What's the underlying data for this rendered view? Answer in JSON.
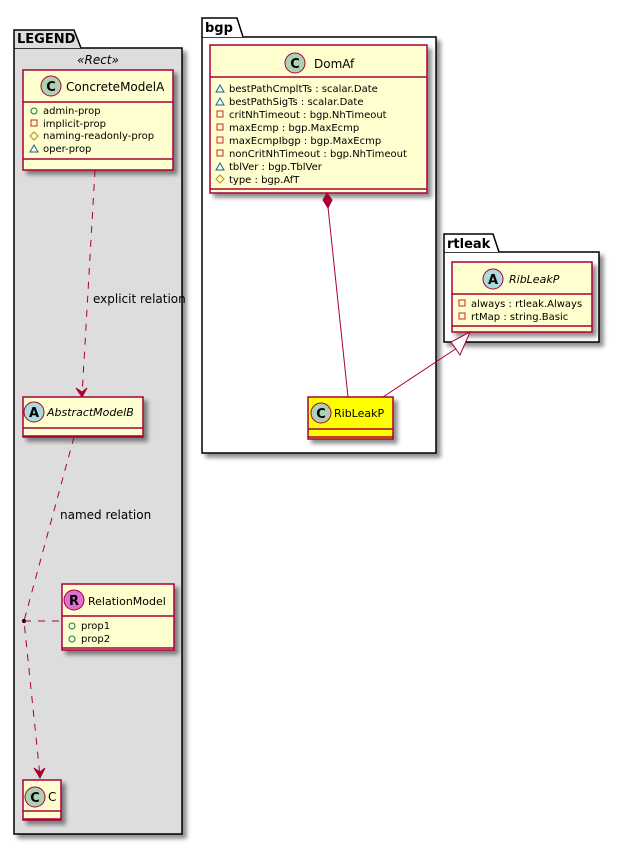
{
  "packages": {
    "legend": {
      "name": "LEGEND",
      "stereotype": "«Rect»",
      "classes": {
        "concrete": {
          "name": "ConcreteModelA",
          "kind": "C",
          "attrs": [
            {
              "vis": "public",
              "text": "admin-prop"
            },
            {
              "vis": "private",
              "text": "implicit-prop"
            },
            {
              "vis": "protected",
              "text": "naming-readonly-prop"
            },
            {
              "vis": "package",
              "text": "oper-prop"
            }
          ]
        },
        "abstract": {
          "name": "AbstractModelB",
          "kind": "A"
        },
        "relation": {
          "name": "RelationModel",
          "kind": "R",
          "attrs": [
            {
              "vis": "public",
              "text": "prop1"
            },
            {
              "vis": "public",
              "text": "prop2"
            }
          ]
        },
        "c": {
          "name": "C",
          "kind": "C"
        }
      },
      "edges": {
        "explicit": "explicit relation",
        "named": "named relation"
      }
    },
    "bgp": {
      "name": "bgp",
      "classes": {
        "domaf": {
          "name": "DomAf",
          "kind": "C",
          "attrs": [
            {
              "vis": "package",
              "text": "bestPathCmpltTs : scalar.Date"
            },
            {
              "vis": "package",
              "text": "bestPathSigTs : scalar.Date"
            },
            {
              "vis": "private",
              "text": "critNhTimeout : bgp.NhTimeout"
            },
            {
              "vis": "private",
              "text": "maxEcmp : bgp.MaxEcmp"
            },
            {
              "vis": "private",
              "text": "maxEcmpIbgp : bgp.MaxEcmp"
            },
            {
              "vis": "private",
              "text": "nonCritNhTimeout : bgp.NhTimeout"
            },
            {
              "vis": "package",
              "text": "tblVer : bgp.TblVer"
            },
            {
              "vis": "protected",
              "text": "type : bgp.AfT"
            }
          ]
        },
        "ribleakp": {
          "name": "RibLeakP",
          "kind": "C"
        }
      }
    },
    "rtleak": {
      "name": "rtleak",
      "classes": {
        "ribleakp": {
          "name": "RibLeakP",
          "kind": "A",
          "attrs": [
            {
              "vis": "private",
              "text": "always : rtleak.Always"
            },
            {
              "vis": "private",
              "text": "rtMap : string.Basic"
            }
          ]
        }
      }
    }
  },
  "colors": {
    "class_fill": "#FEFECE",
    "class_border": "#A80036",
    "highlight_fill": "#FFFF00",
    "legend_fill": "#DDDDDD",
    "circle_C": "#ADD1B2",
    "circle_A": "#A9DCDF",
    "circle_R": "#E070D0"
  }
}
